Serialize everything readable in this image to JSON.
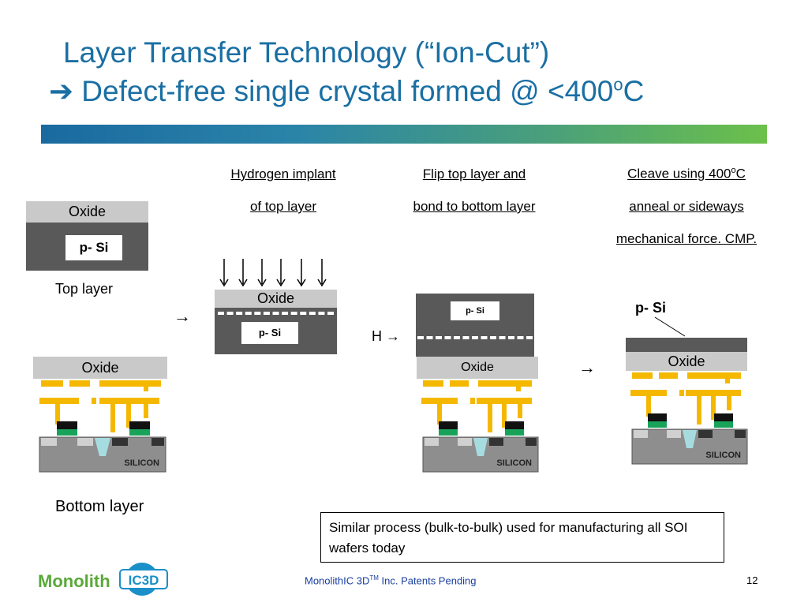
{
  "title": {
    "line1": "Layer Transfer Technology (“Ion-Cut”)",
    "line2_prefix": "Defect-free single crystal  formed @ <400",
    "line2_sup": "o",
    "line2_suffix": "C"
  },
  "colors": {
    "title": "#1a6fa3",
    "oxide": "#c9c9c9",
    "dark_silicon": "#595959",
    "metal": "#f5b800",
    "transistor_green": "#19a35a",
    "footer": "#1a3fa0"
  },
  "steps": {
    "implant_caption": [
      "Hydrogen implant",
      "of top layer"
    ],
    "flip_caption": [
      "Flip top layer and",
      "bond to bottom layer"
    ],
    "cleave_caption_1_prefix": "Cleave using 400",
    "cleave_caption_1_sup": "o",
    "cleave_caption_1_suffix": "C",
    "cleave_caption_rest": [
      "anneal or sideways",
      "mechanical force. CMP."
    ]
  },
  "labels": {
    "oxide": "Oxide",
    "p_si": "p- Si",
    "top_layer": "Top layer",
    "bottom_layer": "Bottom layer",
    "silicon": "SILICON",
    "hydrogen": "H"
  },
  "note": "Similar process (bulk-to-bulk) used for manufacturing all SOI wafers today",
  "footer": {
    "text": "MonolithIC 3D",
    "tm": "TM",
    "suffix": " Inc. Patents Pending"
  },
  "page_number": "12",
  "logo": {
    "word": "Monolith",
    "badge": "IC3D"
  }
}
